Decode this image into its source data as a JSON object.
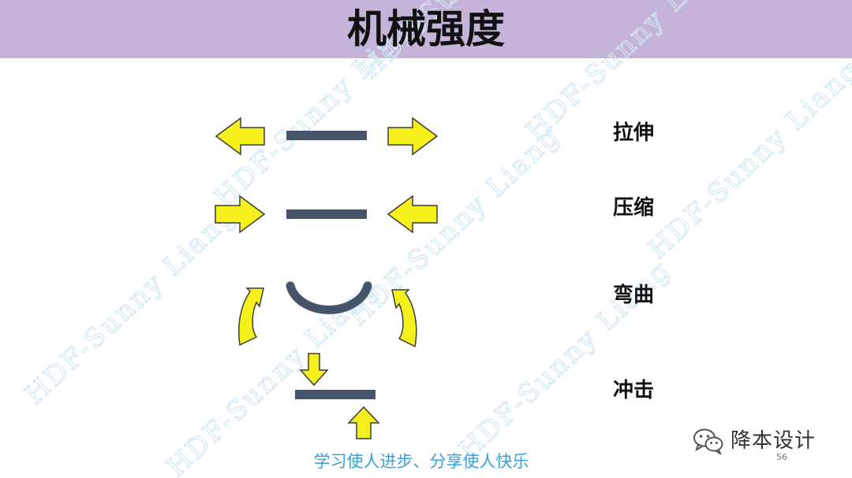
{
  "slide": {
    "title": "机械强度",
    "watermark": "HDF-Sunny Liang",
    "footer": "学习使人进步、分享使人快乐",
    "brand": "降本设计",
    "page_number": "56"
  },
  "modes": [
    {
      "label": "拉伸",
      "icon": "tension-icon"
    },
    {
      "label": "压缩",
      "icon": "compression-icon"
    },
    {
      "label": "弯曲",
      "icon": "bending-icon"
    },
    {
      "label": "冲击",
      "icon": "impact-icon"
    }
  ],
  "colors": {
    "header_bg": "#c5b3d9",
    "arrow_fill": "#f5ef1c",
    "bar": "#455468",
    "watermark": "#cfe8f5",
    "footer_text": "#3aa0d8"
  }
}
